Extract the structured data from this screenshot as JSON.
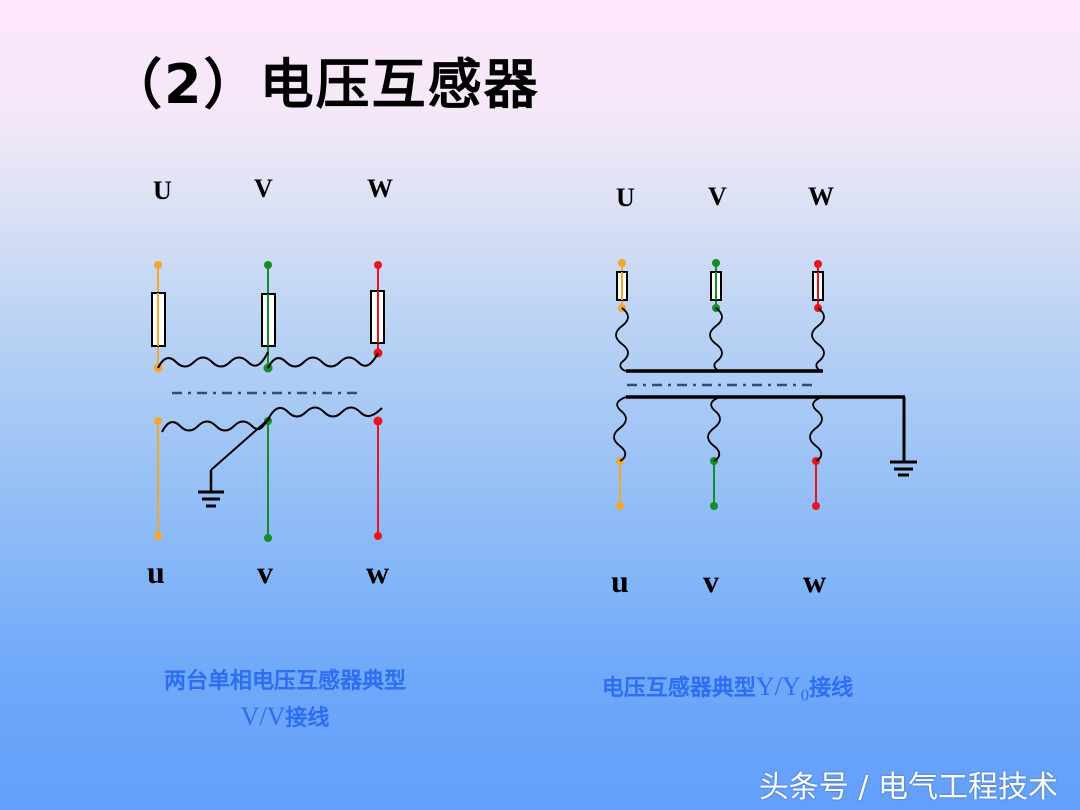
{
  "slide": {
    "title": "（2）电压互感器",
    "watermark": "头条号 / 电气工程技术"
  },
  "colors": {
    "phase_u": "#f0a830",
    "phase_v": "#178a2a",
    "phase_w": "#e8161c",
    "caption": "#2e6ef2",
    "winding": "#000000"
  },
  "left_diagram": {
    "primary_labels": [
      "U",
      "V",
      "W"
    ],
    "secondary_labels": [
      "u",
      "v",
      "w"
    ],
    "caption_line1": "两台单相电压互感器典型",
    "caption_line2_prefix": "V/V",
    "caption_line2_suffix": "接线"
  },
  "right_diagram": {
    "primary_labels": [
      "U",
      "V",
      "W"
    ],
    "secondary_labels": [
      "u",
      "v",
      "w"
    ],
    "caption_prefix": "电压互感器典型",
    "caption_formula": "Y/Y",
    "caption_subscript": "0",
    "caption_suffix": "接线"
  }
}
